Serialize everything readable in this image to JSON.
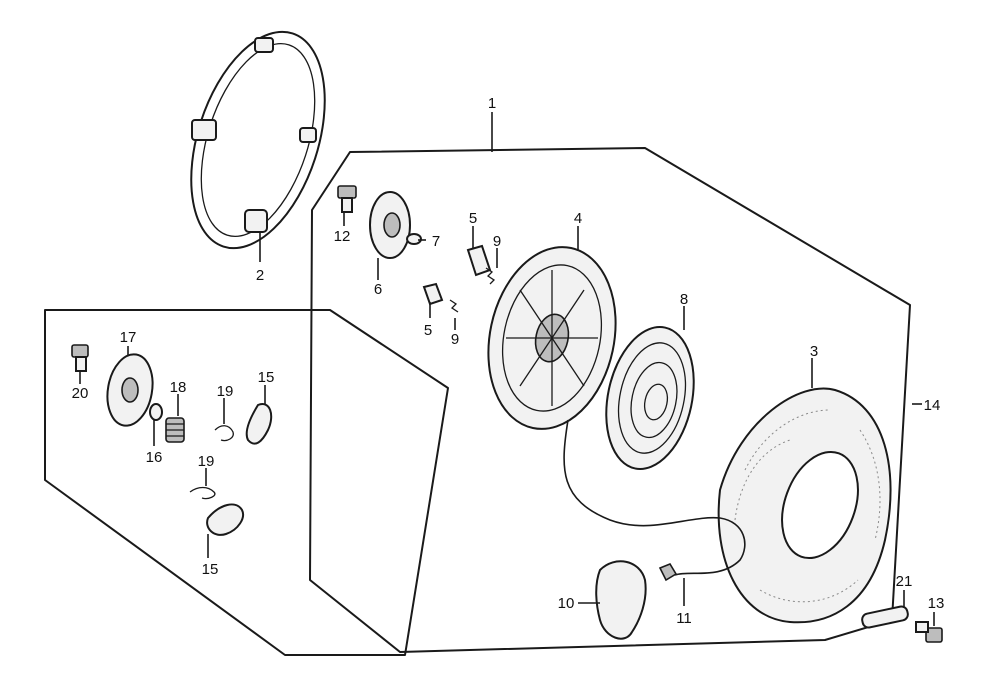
{
  "callouts": [
    {
      "id": "c1",
      "label": "1"
    },
    {
      "id": "c2",
      "label": "2"
    },
    {
      "id": "c3",
      "label": "3"
    },
    {
      "id": "c4",
      "label": "4"
    },
    {
      "id": "c5a",
      "label": "5"
    },
    {
      "id": "c5b",
      "label": "5"
    },
    {
      "id": "c6",
      "label": "6"
    },
    {
      "id": "c7",
      "label": "7"
    },
    {
      "id": "c8",
      "label": "8"
    },
    {
      "id": "c9a",
      "label": "9"
    },
    {
      "id": "c9b",
      "label": "9"
    },
    {
      "id": "c10",
      "label": "10"
    },
    {
      "id": "c11",
      "label": "11"
    },
    {
      "id": "c12",
      "label": "12"
    },
    {
      "id": "c13",
      "label": "13"
    },
    {
      "id": "c14",
      "label": "14"
    },
    {
      "id": "c15a",
      "label": "15"
    },
    {
      "id": "c15b",
      "label": "15"
    },
    {
      "id": "c16",
      "label": "16"
    },
    {
      "id": "c17",
      "label": "17"
    },
    {
      "id": "c18",
      "label": "18"
    },
    {
      "id": "c19a",
      "label": "19"
    },
    {
      "id": "c19b",
      "label": "19"
    },
    {
      "id": "c20",
      "label": "20"
    },
    {
      "id": "c21",
      "label": "21"
    }
  ]
}
